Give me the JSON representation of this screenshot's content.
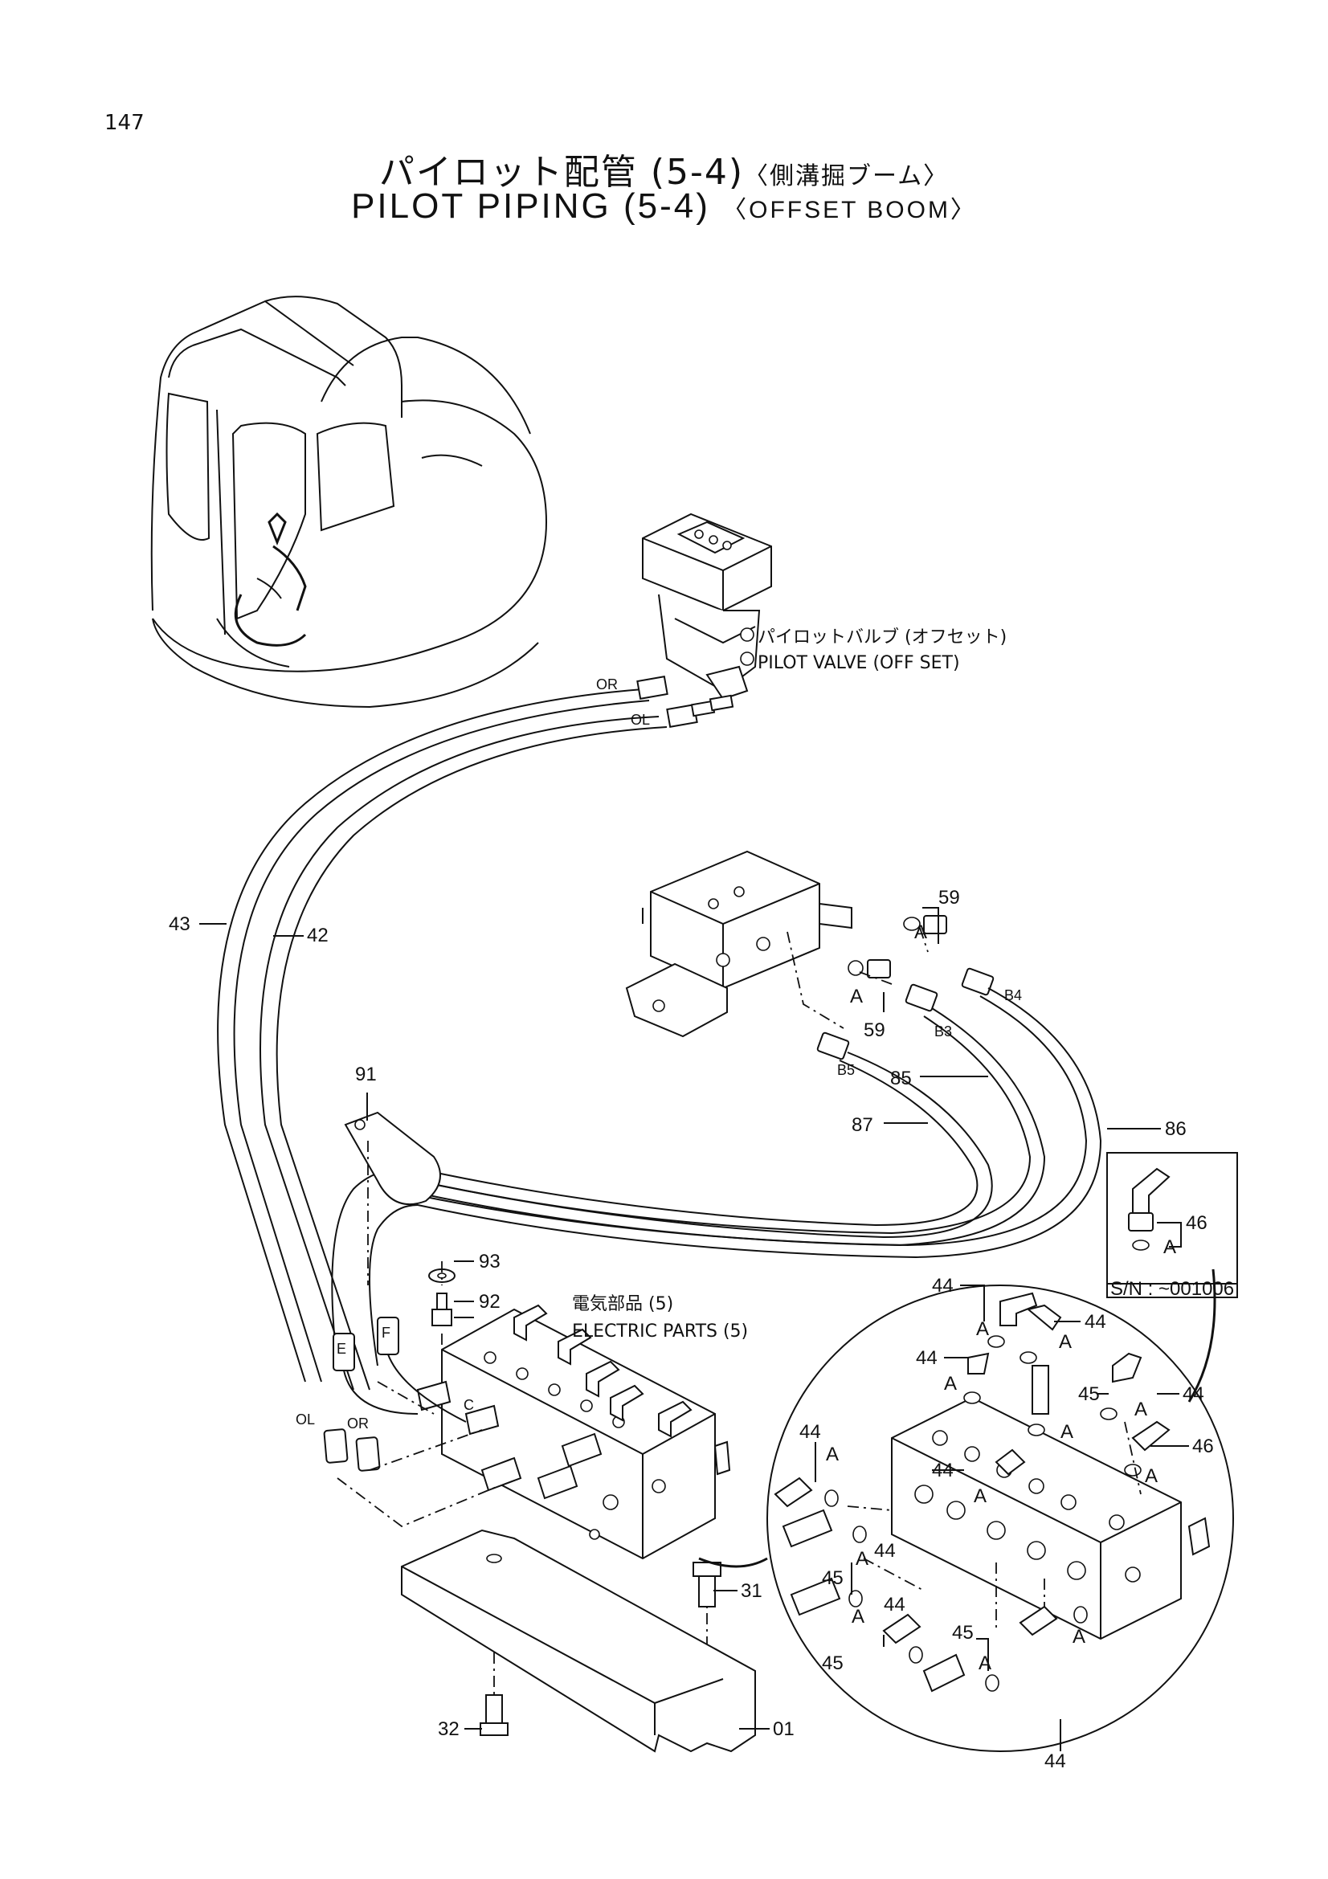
{
  "page_number": "147",
  "title": {
    "jp_main": "パイロット配管 (5-4)",
    "jp_sub": "〈側溝掘ブーム〉",
    "en_main": "PILOT PIPING (5-4)",
    "en_sub": "〈OFFSET BOOM〉"
  },
  "callouts": {
    "pilot_valve_jp": "パイロットバルブ (オフセット)",
    "pilot_valve_en": "PILOT VALVE (OFF SET)",
    "electric_parts_jp": "電気部品 (5)",
    "electric_parts_en": "ELECTRIC PARTS (5)",
    "serial_note": "S/N : ~001006"
  },
  "port_labels": {
    "or_top": "OR",
    "ol_top": "OL",
    "or_bottom": "OR",
    "ol_bottom": "OL",
    "b3": "B3",
    "b4": "B4",
    "b5": "B5",
    "e": "E",
    "f": "F",
    "c": "C",
    "a_1": "A",
    "a_2": "A",
    "a_3": "A",
    "a_4": "A",
    "a_5": "A",
    "a_6": "A",
    "a_7": "A",
    "a_8": "A",
    "a_9": "A",
    "a_10": "A",
    "a_11": "A",
    "a_12": "A",
    "a_13": "A",
    "a_14": "A",
    "a_15": "A"
  },
  "part_numbers": {
    "p43": "43",
    "p42": "42",
    "p59a": "59",
    "p59b": "59",
    "p91": "91",
    "p85": "85",
    "p87": "87",
    "p86": "86",
    "p93": "93",
    "p92": "92",
    "p46a": "46",
    "p46b": "46",
    "p44a": "44",
    "p44b": "44",
    "p44c": "44",
    "p44d": "44",
    "p44e": "44",
    "p44f": "44",
    "p44g": "44",
    "p44h": "44",
    "p44i": "44",
    "p45a": "45",
    "p45b": "45",
    "p45c": "45",
    "p45d": "45",
    "p31": "31",
    "p32": "32",
    "p01": "01"
  }
}
